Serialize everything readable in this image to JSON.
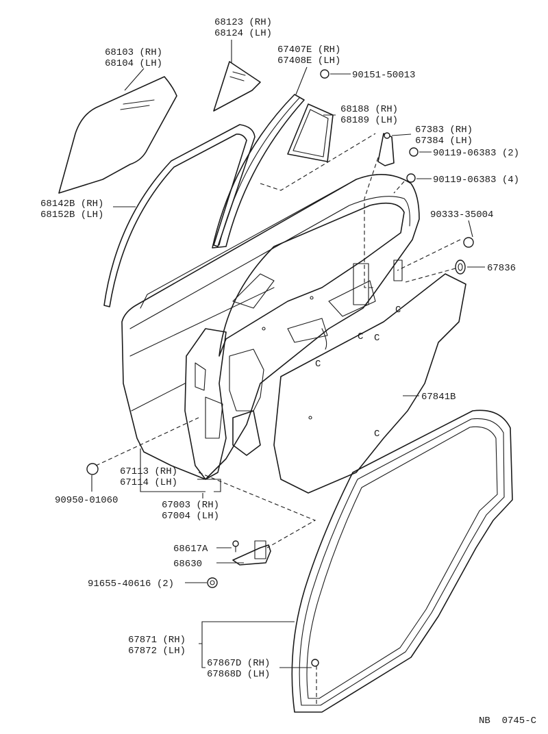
{
  "labels": {
    "glass": [
      "68103 (RH)",
      "68104 (LH)"
    ],
    "quarter_glass": [
      "68123 (RH)",
      "68124 (LH)"
    ],
    "division_bar": [
      "67407E (RH)",
      "67408E (LH)"
    ],
    "screw_top": "90151-50013",
    "quarter_weatherstrip": [
      "68188 (RH)",
      "68189 (LH)"
    ],
    "channel": [
      "68142B (RH)",
      "68152B (LH)"
    ],
    "hinge_bracket": [
      "67383 (RH)",
      "67384 (LH)"
    ],
    "bolt_2": "90119-06383 (2)",
    "bolt_4": "90119-06383 (4)",
    "plug_small": "90333-35004",
    "grommet": "67836",
    "service_cover": "67841B",
    "plug_bottom": "90950-01060",
    "garnish": [
      "67113 (RH)",
      "67114 (LH)"
    ],
    "door_panel": [
      "67003 (RH)",
      "67004 (LH)"
    ],
    "check_screw": "68617A",
    "door_check": "68630",
    "nut": "91655-40616 (2)",
    "door_weatherstrip": [
      "67871 (RH)",
      "67872 (LH)"
    ],
    "clip": [
      "67867D (RH)",
      "67868D (LH)"
    ],
    "figure_code": "NB  0745-C"
  }
}
